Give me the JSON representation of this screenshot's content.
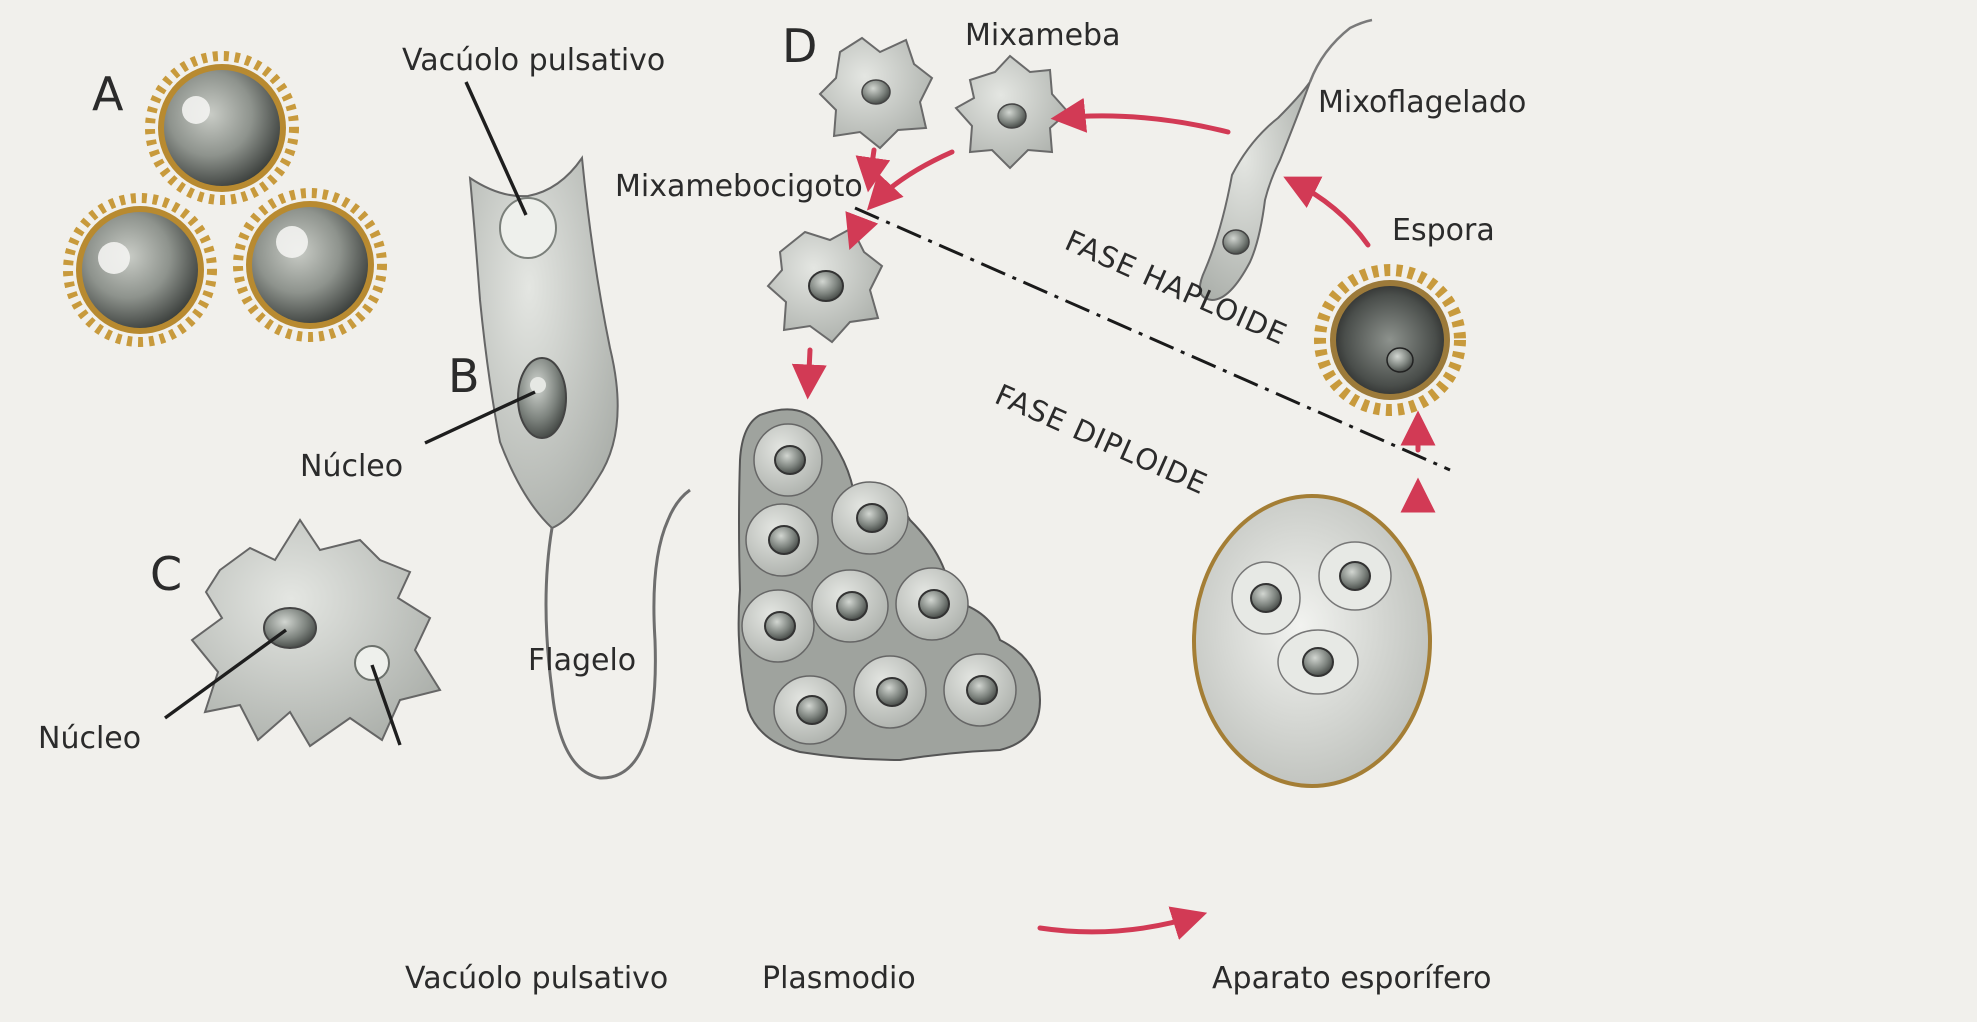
{
  "letters": {
    "a": "A",
    "b": "B",
    "c": "C",
    "d": "D"
  },
  "labels": {
    "vacuolo_b": "Vacúolo pulsativo",
    "nucleo_b": "Núcleo",
    "flagelo": "Flagelo",
    "nucleo_c": "Núcleo",
    "vacuolo_c": "Vacúolo pulsativo",
    "mixameba": "Mixameba",
    "mixoflagelado": "Mixoflagelado",
    "mixamebocigoto": "Mixamebocigoto",
    "espora": "Espora",
    "plasmodio": "Plasmodio",
    "aparato": "Aparato esporífero"
  },
  "phases": {
    "haploide": "FASE HAPLOIDE",
    "diploide": "FASE DIPLOIDE"
  },
  "colors": {
    "arrow": "#d23a55",
    "cell_fill": "#c5c8c3",
    "spore_ring": "#c89a3c",
    "nucleus": "#8b918c"
  }
}
